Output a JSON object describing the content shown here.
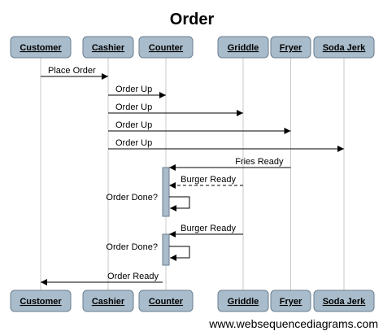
{
  "title": "Order",
  "participants": [
    "Customer",
    "Cashier",
    "Counter",
    "Griddle",
    "Fryer",
    "Soda Jerk"
  ],
  "messages": [
    {
      "from": "Customer",
      "to": "Cashier",
      "label": "Place Order",
      "style": "solid"
    },
    {
      "from": "Cashier",
      "to": "Counter",
      "label": "Order Up",
      "style": "solid"
    },
    {
      "from": "Cashier",
      "to": "Griddle",
      "label": "Order Up",
      "style": "solid"
    },
    {
      "from": "Cashier",
      "to": "Fryer",
      "label": "Order Up",
      "style": "solid"
    },
    {
      "from": "Cashier",
      "to": "Soda Jerk",
      "label": "Order Up",
      "style": "solid"
    },
    {
      "from": "Fryer",
      "to": "Counter",
      "label": "Fries Ready",
      "style": "solid"
    },
    {
      "from": "Griddle",
      "to": "Counter",
      "label": "Burger Ready",
      "style": "dashed"
    },
    {
      "from": "Counter",
      "to": "Counter",
      "label": "Order Done?",
      "style": "solid"
    },
    {
      "from": "Griddle",
      "to": "Counter",
      "label": "Burger Ready",
      "style": "solid"
    },
    {
      "from": "Counter",
      "to": "Counter",
      "label": "Order Done?",
      "style": "solid"
    },
    {
      "from": "Counter",
      "to": "Customer",
      "label": "Order Ready",
      "style": "solid"
    }
  ],
  "footer": "www.websequencediagrams.com"
}
